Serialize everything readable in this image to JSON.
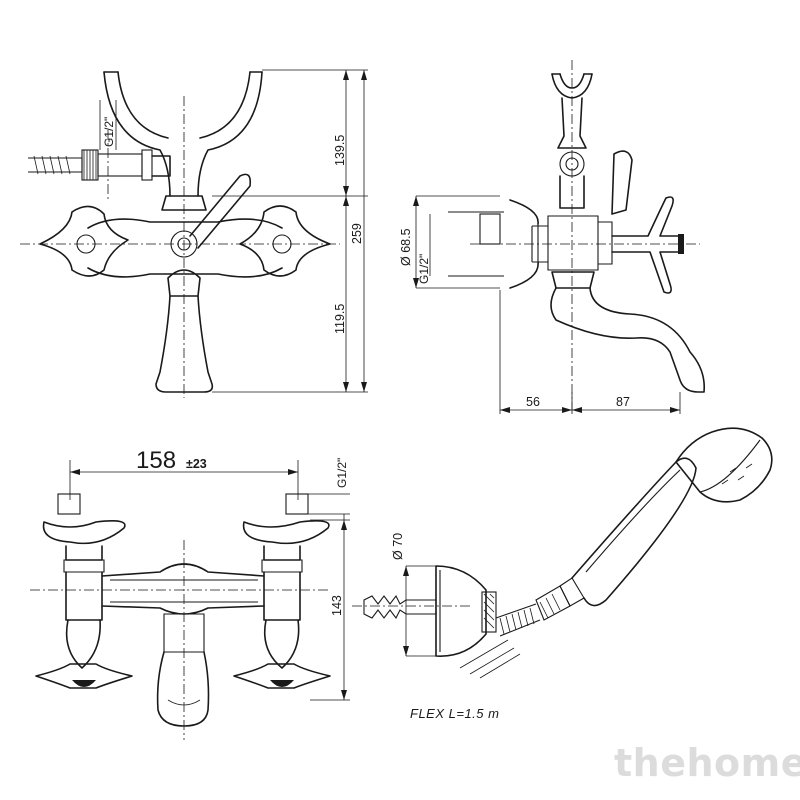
{
  "dimensions": {
    "front_height_top": "139.5",
    "front_height_total": "259",
    "front_height_bottom": "119.5",
    "front_thread": "G1/2\"",
    "side_diameter": "Ø 68.5",
    "side_thread": "G1/2\"",
    "side_offset_left": "56",
    "side_offset_right": "87",
    "top_spacing_main": "158",
    "top_spacing_tolerance": "±23",
    "top_thread": "G1/2\"",
    "top_height": "143",
    "escutcheon_diameter": "Ø 70"
  },
  "hose_note": "FLEX  L=1.5  m",
  "watermark": "thehome"
}
